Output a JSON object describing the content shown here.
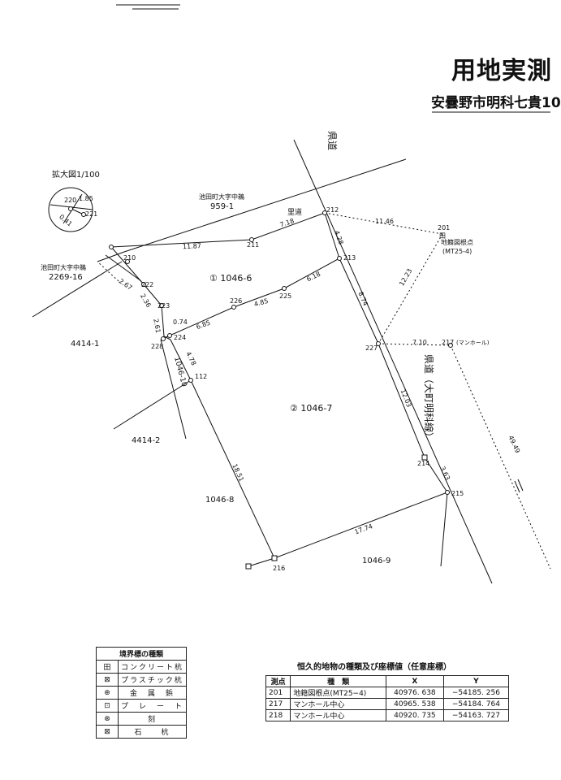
{
  "document": {
    "title": "用地実測",
    "subtitle": "安曇野市明科七貴10"
  },
  "map": {
    "enlarged_scale_label": "拡大図1/100",
    "enlarged_values": {
      "a": "220",
      "b": "1.85",
      "c": "221",
      "d": "0.41"
    },
    "road_labels": {
      "prefectural_road_top": "県道",
      "prefectural_road_right": "県道（大町明科線）",
      "village_road": "里道"
    },
    "areas": {
      "north_owner": "池田町大字中鵜",
      "north_lot": "959-1",
      "west_owner": "池田町大字中鵜",
      "west_lot": "2269-16",
      "lot_4414_1": "4414-1",
      "lot_4414_2": "4414-2",
      "lot_1046_10": "1046-10",
      "lot_1046_8": "1046-8",
      "lot_1046_9": "1046-9",
      "parcel_1": "① 1046-6",
      "parcel_2": "② 1046-7"
    },
    "points": {
      "p201": "201",
      "p201_mark": "田",
      "p201_desc": "地籍図根点",
      "p201_code": "(MT25-4)",
      "p210": "210",
      "p211": "211",
      "p212": "212",
      "p213": "213",
      "p214": "214",
      "p215": "215",
      "p216": "216",
      "p217": "217",
      "p217_desc": "(マンホール)",
      "p222": "222",
      "p223": "223",
      "p224": "224",
      "p225": "225",
      "p226": "226",
      "p227": "227",
      "p228": "228",
      "p112": "112"
    },
    "distances": {
      "d_210_211": "11.87",
      "d_211_212": "7.18",
      "d_212_201": "11.46",
      "d_212_213": "4.28",
      "d_201_227": "12.23",
      "d_213_225": "6.18",
      "d_225_226": "4.85",
      "d_226_224": "6.85",
      "d_224_228": "0.74",
      "d_222_223": "2.36",
      "d_223_228": "2.61",
      "d_west_222": "2.67",
      "d_224_112": "4.78",
      "d_213_227": "8.74",
      "d_227_217": "7.10",
      "d_227_214": "12.03",
      "d_214_215": "3.63",
      "d_112_216": "18.51",
      "d_216_215": "17.74",
      "d_217_far": "49.49"
    }
  },
  "legend": {
    "title": "境界標の種類",
    "rows": [
      {
        "symbol": "田",
        "name": "コンクリート杭"
      },
      {
        "symbol": "⊠",
        "name": "プラスチック杭"
      },
      {
        "symbol": "⊕",
        "name": "金　属　鋲"
      },
      {
        "symbol": "⊡",
        "name": "プ　レ　ー　ト"
      },
      {
        "symbol": "⊗",
        "name": "刻"
      },
      {
        "symbol": "⊠",
        "name": "石　　杭"
      }
    ]
  },
  "coordinates": {
    "title": "恒久的地物の種類及び座標値（任意座標）",
    "headers": [
      "測点",
      "種　類",
      "X",
      "Y"
    ],
    "rows": [
      {
        "point": "201",
        "kind": "地籍図根点(MT25−4)",
        "x": "40976. 638",
        "y": "−54185. 256"
      },
      {
        "point": "217",
        "kind": "マンホール中心",
        "x": "40965. 538",
        "y": "−54184. 764"
      },
      {
        "point": "218",
        "kind": "マンホール中心",
        "x": "40920. 735",
        "y": "−54163. 727"
      }
    ]
  }
}
